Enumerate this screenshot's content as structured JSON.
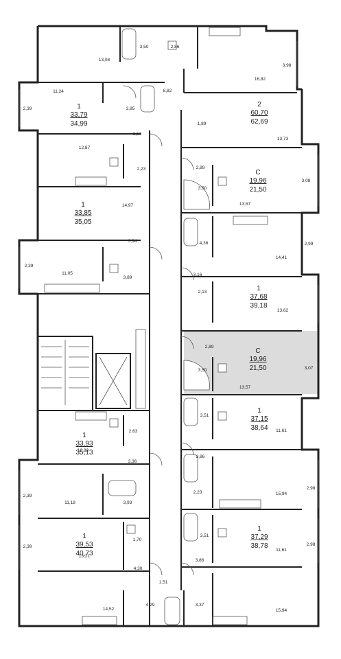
{
  "colors": {
    "wall": "#222222",
    "highlight": "#dcdcdc",
    "background": "#ffffff"
  },
  "apartments": [
    {
      "id": "a1",
      "rooms": "1",
      "living": "33,79",
      "total": "34,99"
    },
    {
      "id": "a2",
      "rooms": "2",
      "living": "60,70",
      "total": "62,69"
    },
    {
      "id": "a3",
      "rooms": "С",
      "living": "19,96",
      "total": "21,50"
    },
    {
      "id": "a4",
      "rooms": "1",
      "living": "33,85",
      "total": "35,05"
    },
    {
      "id": "a5",
      "rooms": "1",
      "living": "37,68",
      "total": "39,18"
    },
    {
      "id": "a6",
      "rooms": "С",
      "living": "19,96",
      "total": "21,50",
      "highlighted": true
    },
    {
      "id": "a7",
      "rooms": "1",
      "living": "37,15",
      "total": "38,64"
    },
    {
      "id": "a8",
      "rooms": "1",
      "living": "33,93",
      "total": "35,13"
    },
    {
      "id": "a9",
      "rooms": "1",
      "living": "37,29",
      "total": "38,78"
    },
    {
      "id": "a10",
      "rooms": "1",
      "living": "39,53",
      "total": "40,73"
    }
  ],
  "areas": [
    "3,50",
    "2,86",
    "13,08",
    "3,98",
    "16,82",
    "8,82",
    "11,24",
    "3,95",
    "2,39",
    "1,89",
    "13,73",
    "3,50",
    "12,87",
    "2,23",
    "2,89",
    "3,50",
    "3,08",
    "13,57",
    "14,97",
    "4,36",
    "2,99",
    "14,41",
    "3,94",
    "3,16",
    "2,39",
    "11,05",
    "3,89",
    "2,13",
    "13,62",
    "2,89",
    "3,50",
    "3,07",
    "13,57",
    "3,51",
    "11,61",
    "2,63",
    "12,83",
    "3,36",
    "3,86",
    "2,23",
    "2,98",
    "15,94",
    "2,39",
    "11,18",
    "3,93",
    "3,51",
    "2,98",
    "11,61",
    "1,70",
    "3,86",
    "2,39",
    "13,21",
    "4,30",
    "1,51",
    "14,52",
    "4,29",
    "3,37",
    "15,94"
  ]
}
